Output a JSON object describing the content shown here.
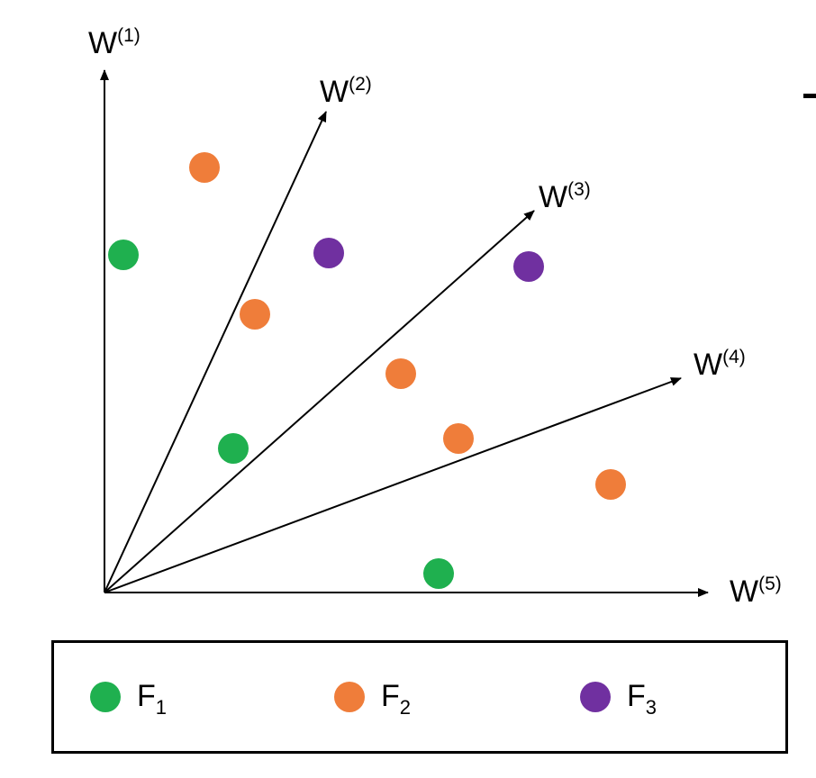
{
  "axes": [
    {
      "id": "w1",
      "base": "W",
      "sup": "(1)"
    },
    {
      "id": "w2",
      "base": "W",
      "sup": "(2)"
    },
    {
      "id": "w3",
      "base": "W",
      "sup": "(3)"
    },
    {
      "id": "w4",
      "base": "W",
      "sup": "(4)"
    },
    {
      "id": "w5",
      "base": "W",
      "sup": "(5)"
    }
  ],
  "classes": [
    {
      "id": "F1",
      "base": "F",
      "sub": "1",
      "color": "#1fb04f"
    },
    {
      "id": "F2",
      "base": "F",
      "sub": "2",
      "color": "#ef7d3a"
    },
    {
      "id": "F3",
      "base": "F",
      "sub": "3",
      "color": "#7030a0"
    }
  ],
  "points": [
    {
      "class": "F2"
    },
    {
      "class": "F1"
    },
    {
      "class": "F3"
    },
    {
      "class": "F3"
    },
    {
      "class": "F2"
    },
    {
      "class": "F2"
    },
    {
      "class": "F2"
    },
    {
      "class": "F1"
    },
    {
      "class": "F2"
    },
    {
      "class": "F1"
    }
  ]
}
